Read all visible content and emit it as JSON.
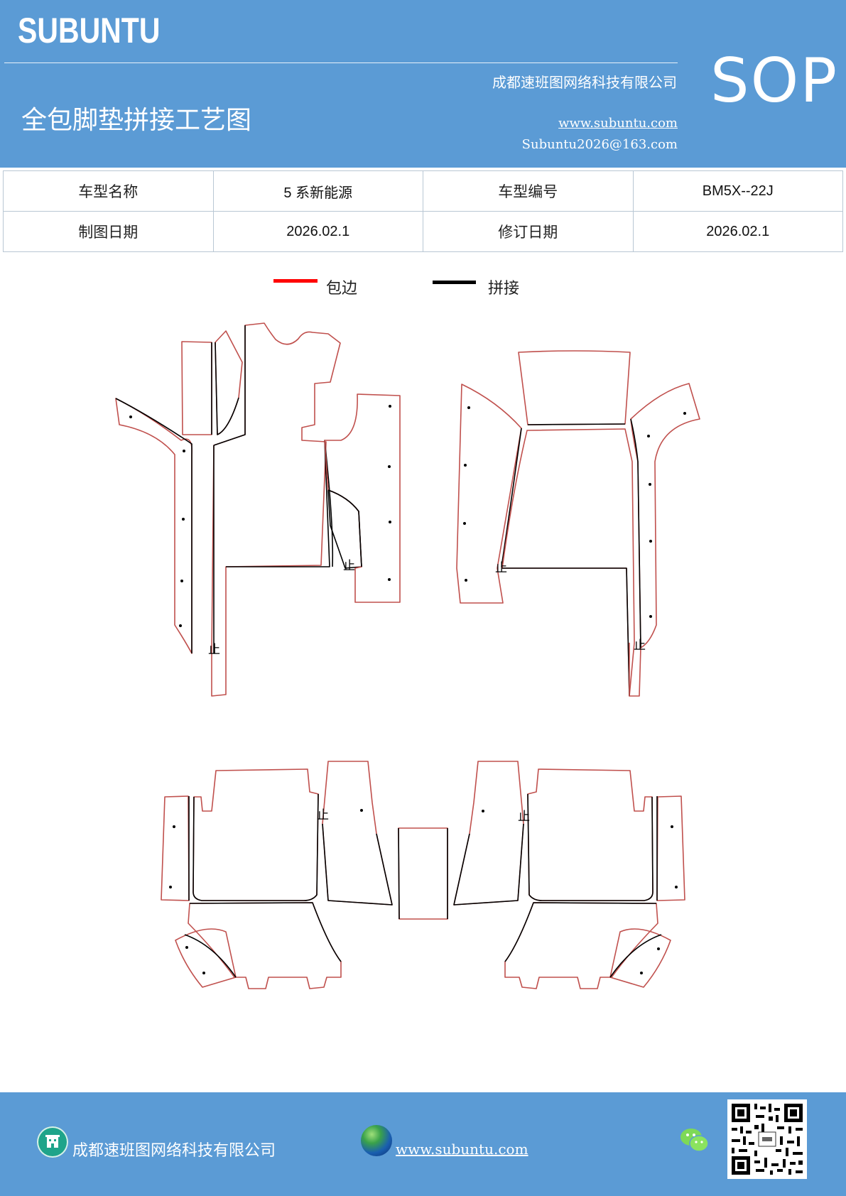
{
  "header": {
    "brand": "SUBUNTU",
    "company": "成都速班图网络科技有限公司",
    "badge": "SOP",
    "title": "全包脚垫拼接工艺图",
    "website": "www.subuntu.com",
    "email": "Subuntu2026@163.com"
  },
  "info_table": {
    "rows": [
      [
        "车型名称",
        "5 系新能源",
        "车型编号",
        "BM5X--22J"
      ],
      [
        "制图日期",
        "2026.02.1",
        "修订日期",
        "2026.02.1"
      ]
    ]
  },
  "legend": {
    "items": [
      {
        "label": "包边",
        "color": "#ff0000"
      },
      {
        "label": "拼接",
        "color": "#000000"
      }
    ]
  },
  "diagram": {
    "stop_mark": "止",
    "edge_color": "#c0504d",
    "seam_color": "#000000"
  },
  "footer": {
    "company": "成都速班图网络科技有限公司",
    "website": "www.subuntu.com",
    "icons": [
      "building-icon",
      "globe-icon",
      "wechat-icon",
      "qr-code"
    ]
  }
}
